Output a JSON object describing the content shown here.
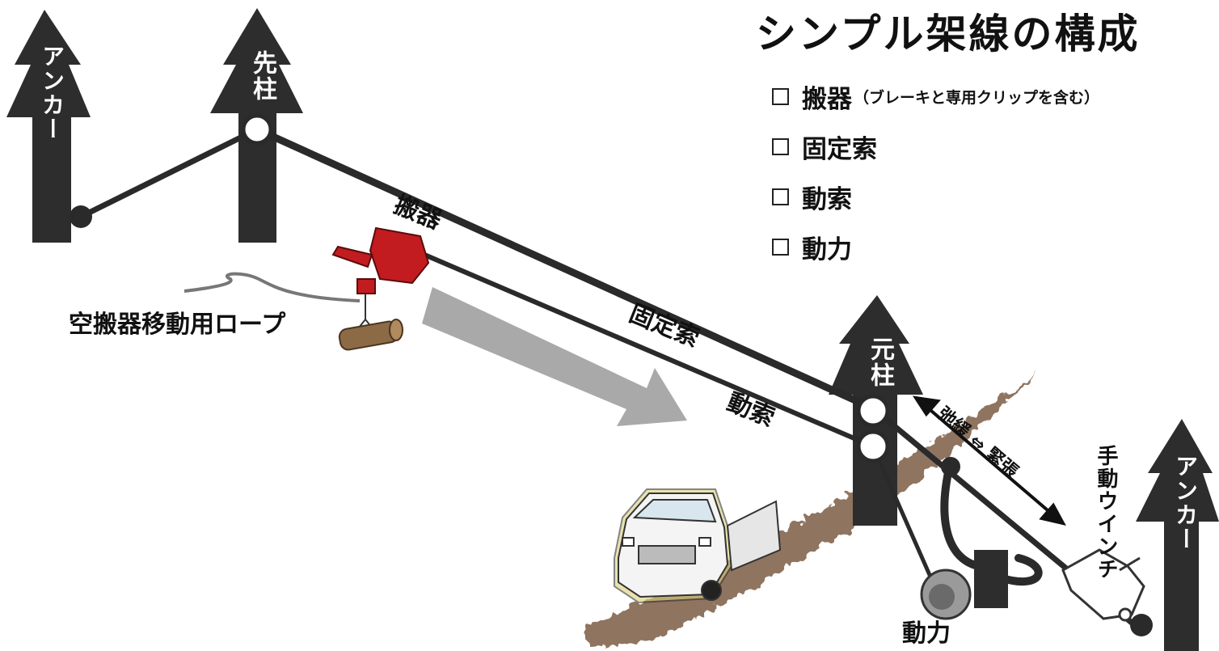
{
  "title": "シンプル架線の構成",
  "legend": [
    {
      "label": "搬器",
      "note": "（ブレーキと専用クリップを含む）"
    },
    {
      "label": "固定索",
      "note": ""
    },
    {
      "label": "動索",
      "note": ""
    },
    {
      "label": "動力",
      "note": ""
    }
  ],
  "labels": {
    "anchor": "アンカー",
    "tail_spar": "先柱",
    "head_spar": "元柱",
    "carriage": "搬器",
    "empty_carriage_rope": "空搬器移動用ロープ",
    "skyline": "固定索",
    "running_line": "動索",
    "slack_tension": "弛緩 ⇔ 緊張",
    "hand_winch": "手動ウインチ",
    "power": "動力"
  },
  "colors": {
    "tree": "#2d2d2d",
    "cable": "#2a2a2a",
    "carriage": "#c21c20",
    "arrow": "#a9a9a9",
    "soil": "#8a6d58"
  }
}
